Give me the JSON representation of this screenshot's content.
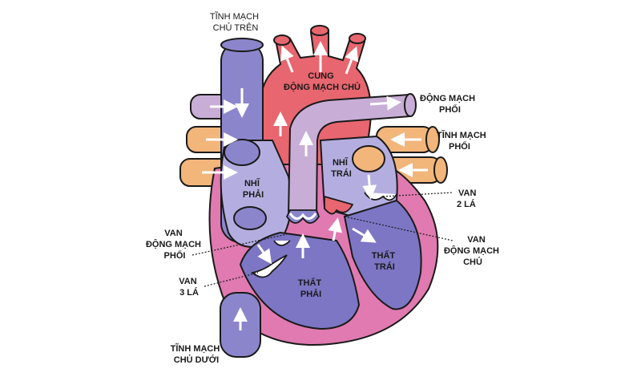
{
  "labels": {
    "svc": [
      "TĨNH MẠCH",
      "CHỦ TRÊN"
    ],
    "ivc": [
      "TĨNH MẠCH",
      "CHỦ DƯỚI"
    ],
    "aortic_arch": [
      "CUNG",
      "ĐỘNG MẠCH CHỦ"
    ],
    "pulmonary_artery": [
      "ĐỘNG MẠCH",
      "PHỔI"
    ],
    "pulmonary_vein": [
      "TĨNH MẠCH",
      "PHỔI"
    ],
    "right_atrium": [
      "NHĨ",
      "PHẢI"
    ],
    "left_atrium": [
      "NHĨ",
      "TRÁI"
    ],
    "right_ventricle": [
      "THẤT",
      "PHẢI"
    ],
    "left_ventricle": [
      "THẤT",
      "TRÁI"
    ],
    "mitral_valve": [
      "VAN",
      "2 LÁ"
    ],
    "aortic_valve": [
      "VAN",
      "ĐỘNG MẠCH",
      "CHỦ"
    ],
    "pulmonary_valve": [
      "VAN",
      "ĐỘNG MẠCH",
      "PHỔI"
    ],
    "tricuspid_valve": [
      "VAN",
      "3 LÁ"
    ]
  },
  "colors": {
    "outer_wall": "#e07ab0",
    "deoxygenated": "#8b86cc",
    "oxygenated": "#e8666f",
    "pulmonary_artery": "#c8aed6",
    "pulmonary_vein": "#f2b57a",
    "left_heart_inner": "#b4aee0",
    "valve": "#ffffff",
    "arrow": "#ffffff",
    "outline": "#1a1a1a"
  }
}
